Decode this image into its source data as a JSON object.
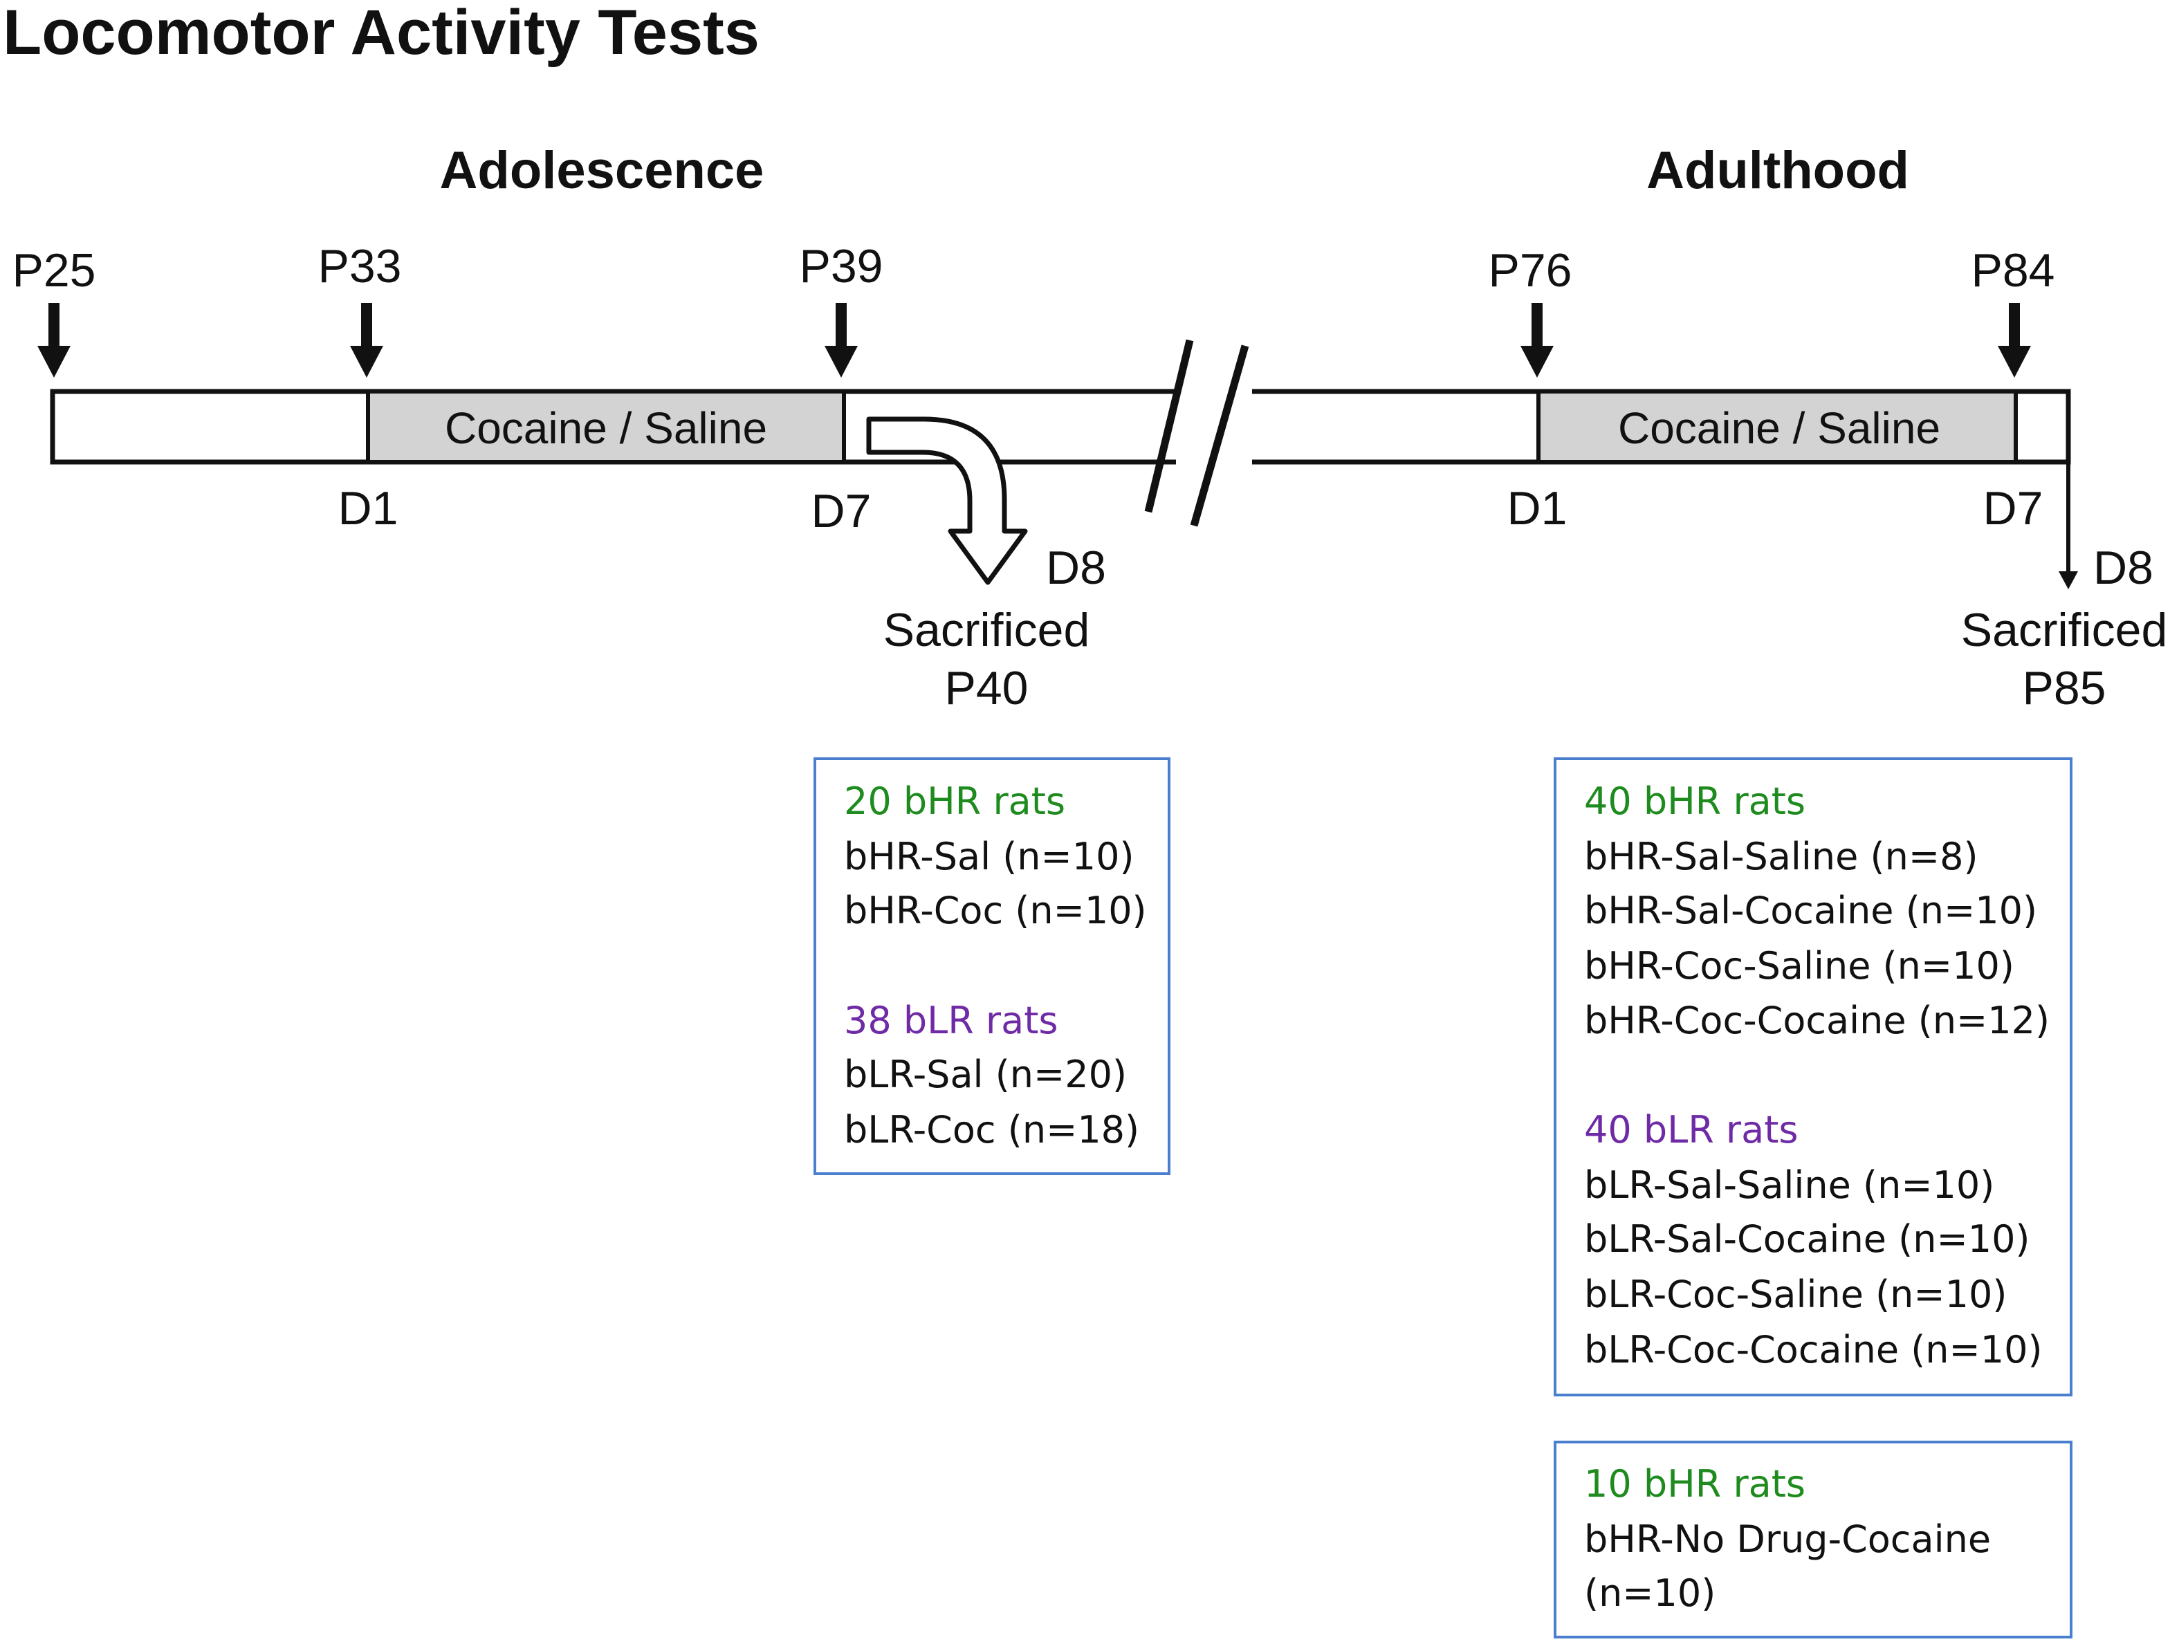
{
  "title": "Locomotor Activity Tests",
  "phases": {
    "adolescence": "Adolescence",
    "adulthood": "Adulthood"
  },
  "timepoints": {
    "p25": "P25",
    "p33": "P33",
    "p39": "P39",
    "p76": "P76",
    "p84": "P84"
  },
  "days": {
    "adol_d1": "D1",
    "adol_d7": "D7",
    "adol_d8": "D8",
    "adult_d1": "D1",
    "adult_d7": "D7",
    "adult_d8": "D8"
  },
  "treatment": {
    "adolescence": "Cocaine / Saline",
    "adulthood": "Cocaine / Saline"
  },
  "sacrifice": {
    "adolescence": {
      "label": "Sacrificed",
      "age": "P40"
    },
    "adulthood": {
      "label": "Sacrificed",
      "age": "P85"
    }
  },
  "colors": {
    "bhr": "#1e8b1e",
    "blr": "#6f2aa6",
    "box_border": "#4a7fd0",
    "bar_fill": "#d3d3d3"
  },
  "groups": {
    "adolescence": {
      "bhr": {
        "title": "20 bHR rats",
        "items": [
          "bHR-Sal (n=10)",
          "bHR-Coc (n=10)"
        ]
      },
      "blr": {
        "title": "38 bLR rats",
        "items": [
          "bLR-Sal (n=20)",
          "bLR-Coc (n=18)"
        ]
      }
    },
    "adulthood": {
      "bhr": {
        "title": "40 bHR rats",
        "items": [
          "bHR-Sal-Saline (n=8)",
          "bHR-Sal-Cocaine (n=10)",
          "bHR-Coc-Saline (n=10)",
          "bHR-Coc-Cocaine (n=12)"
        ]
      },
      "blr": {
        "title": "40 bLR rats",
        "items": [
          "bLR-Sal-Saline (n=10)",
          "bLR-Sal-Cocaine (n=10)",
          "bLR-Coc-Saline (n=10)",
          "bLR-Coc-Cocaine (n=10)"
        ]
      }
    },
    "nodrug": {
      "bhr": {
        "title": "10 bHR rats",
        "items": [
          "bHR-No Drug-Cocaine",
          "(n=10)"
        ]
      }
    }
  }
}
